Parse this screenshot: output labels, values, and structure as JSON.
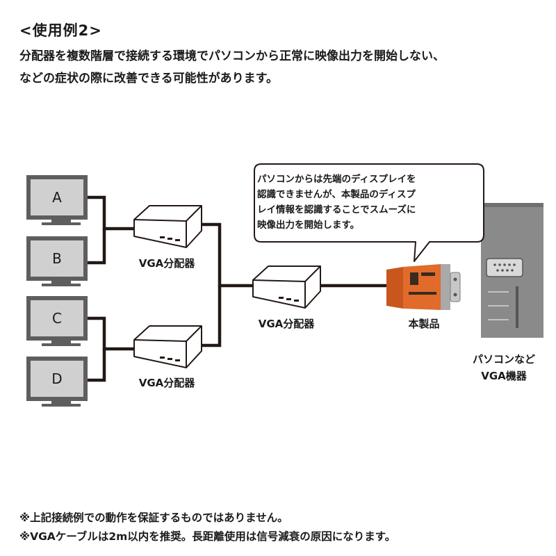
{
  "heading": "<使用例2>",
  "description": [
    "分配器を複数階層で接続する環境でパソコンから正常に映像出力を開始しない、",
    "などの症状の際に改善できる可能性があります。"
  ],
  "monitors": [
    "A",
    "B",
    "C",
    "D"
  ],
  "splitter_label": "VGA分配器",
  "product_label": "本製品",
  "pc_label": [
    "パソコンなど",
    "VGA機器"
  ],
  "callout": [
    "パソコンからは先端のディスプレイを",
    "認識できませんが、本製品のディスプ",
    "レイ情報を認識することでスムーズに",
    "映像出力を開始します。"
  ],
  "notes": [
    "※上記接続例での動作を保証するものではありません。",
    "※VGAケーブルは2m以内を推奨。長距離使用は信号減衰の原因になります。"
  ],
  "colors": {
    "cable": "#231815",
    "monitor_frame": "#5e5e5e",
    "monitor_screen": "#d0d0d0",
    "splitter_fill": "#ffffff",
    "splitter_stroke": "#231815",
    "product_orange": "#e06b2a",
    "pc_body": "#8a8a8a"
  }
}
